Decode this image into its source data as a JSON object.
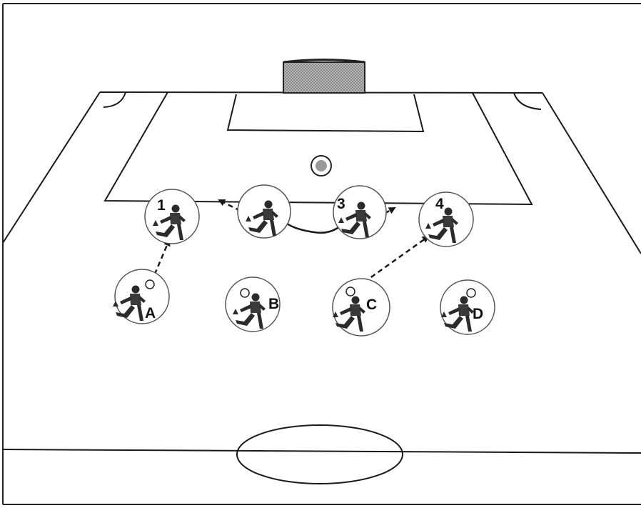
{
  "colors": {
    "line": "#1a1a1a",
    "player_circle": "#555555",
    "player_fill": "#2b2b2b",
    "background": "#ffffff"
  },
  "icons": {
    "goal": "goal-net-icon",
    "ball": "ball-icon",
    "player": "soccer-player-icon"
  },
  "players": {
    "p1": {
      "label": "1"
    },
    "p2": {
      "label": ""
    },
    "p3": {
      "label": "3"
    },
    "p4": {
      "label": "4"
    },
    "pA": {
      "label": "A"
    },
    "pB": {
      "label": "B"
    },
    "pC": {
      "label": "C"
    },
    "pD": {
      "label": "D"
    }
  }
}
